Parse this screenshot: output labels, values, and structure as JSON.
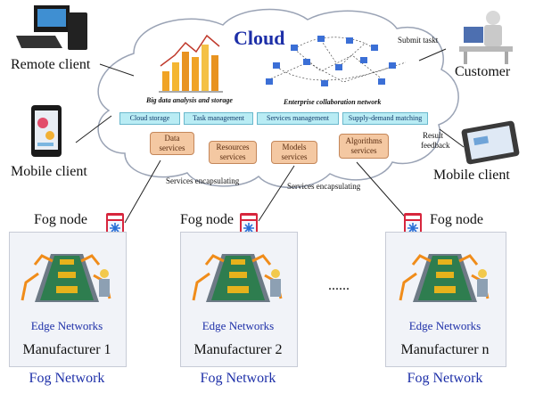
{
  "cloud": {
    "title": "Cloud",
    "big_data_label": "Big data analysis and storage",
    "collab_label": "Enterprise collaboration network",
    "service_bar": [
      "Cloud storage",
      "Task management",
      "Services management",
      "Supply-demand matching"
    ],
    "service_boxes": [
      [
        "Data",
        "services"
      ],
      [
        "Resources",
        "services"
      ],
      [
        "Models",
        "services"
      ],
      [
        "Algorithms",
        "services"
      ]
    ]
  },
  "clients": {
    "remote_client": "Remote client",
    "mobile_client_left": "Mobile client",
    "customer": "Customer",
    "mobile_client_right": "Mobile client"
  },
  "connections": {
    "submit_task": "Submit taskt",
    "result_feedback": [
      "Result",
      "feedback"
    ],
    "encapsulating_left": "Services encapsulating",
    "encapsulating_mid": "Services encapsulating"
  },
  "fog_nodes": [
    {
      "label": "Fog node",
      "edge": "Edge Networks",
      "manufacturer": "Manufacturer 1",
      "network": "Fog Network"
    },
    {
      "label": "Fog node",
      "edge": "Edge Networks",
      "manufacturer": "Manufacturer 2",
      "network": "Fog Network"
    },
    {
      "label": "Fog node",
      "edge": "Edge Networks",
      "manufacturer": "Manufacturer n",
      "network": "Fog Network"
    }
  ],
  "ellipsis": "......",
  "colors": {
    "accent_blue": "#1d2fa8",
    "service_bar_fill": "#b9ecf4",
    "service_box_fill": "#f4c8a2",
    "fog_node_red": "#d7263d",
    "cloud_edge": "#9aa3b5"
  },
  "icons": [
    "desktop-computer-icon",
    "smartphone-icon",
    "person-at-desk-icon",
    "tablet-icon",
    "bar-chart-icon",
    "network-nodes-icon",
    "fog-node-router-icon",
    "robotic-assembly-line-icon"
  ]
}
